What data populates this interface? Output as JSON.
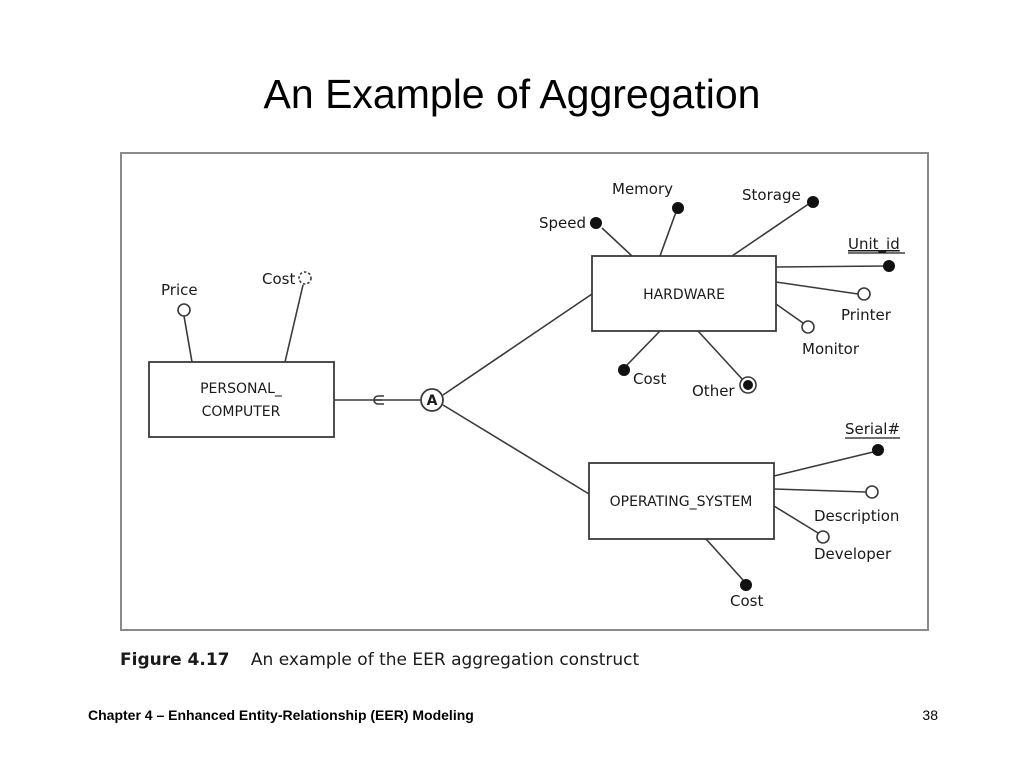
{
  "slide": {
    "title": "An Example of Aggregation",
    "footer_chapter": "Chapter 4 – Enhanced Entity-Relationship (EER) Modeling",
    "page_number": "38"
  },
  "figure": {
    "number": "Figure 4.17",
    "caption": "An example of the EER aggregation construct"
  },
  "diagram": {
    "entities": {
      "personal_computer": [
        "PERSONAL_",
        "COMPUTER"
      ],
      "hardware": "HARDWARE",
      "operating_system": "OPERATING_SYSTEM"
    },
    "aggregation_symbol": "A",
    "attributes": {
      "personal_computer": [
        {
          "name": "Price",
          "style": "optional"
        },
        {
          "name": "Cost",
          "style": "derived"
        }
      ],
      "hardware": [
        {
          "name": "Speed",
          "style": "mandatory"
        },
        {
          "name": "Memory",
          "style": "mandatory"
        },
        {
          "name": "Storage",
          "style": "mandatory"
        },
        {
          "name": "Unit_id",
          "style": "identifier"
        },
        {
          "name": "Printer",
          "style": "optional"
        },
        {
          "name": "Monitor",
          "style": "optional"
        },
        {
          "name": "Cost",
          "style": "mandatory"
        },
        {
          "name": "Other",
          "style": "multivalued"
        }
      ],
      "operating_system": [
        {
          "name": "Serial#",
          "style": "identifier"
        },
        {
          "name": "Description",
          "style": "optional"
        },
        {
          "name": "Developer",
          "style": "optional"
        },
        {
          "name": "Cost",
          "style": "mandatory"
        }
      ]
    },
    "colors": {
      "line": "#3a3a3a",
      "frame": "#8a8a8a",
      "fill": "#111111"
    }
  }
}
